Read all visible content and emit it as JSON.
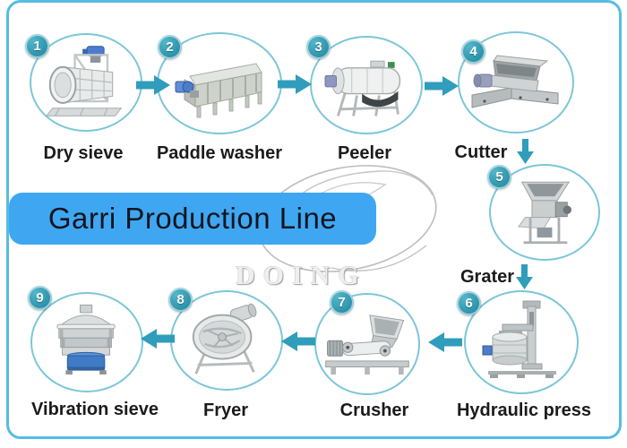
{
  "banner": {
    "title": "Garri Production Line"
  },
  "watermark": {
    "brand": "DOING"
  },
  "machines": [
    {
      "step": "1",
      "label": "Dry sieve"
    },
    {
      "step": "2",
      "label": "Paddle washer"
    },
    {
      "step": "3",
      "label": "Peeler"
    },
    {
      "step": "4",
      "label": "Cutter"
    },
    {
      "step": "5",
      "label": "Grater"
    },
    {
      "step": "6",
      "label": "Hydraulic press"
    },
    {
      "step": "7",
      "label": "Crusher"
    },
    {
      "step": "8",
      "label": "Fryer"
    },
    {
      "step": "9",
      "label": "Vibration sieve"
    }
  ],
  "arrows": [
    {
      "from": "Dry sieve",
      "to": "Paddle washer",
      "direction": "right"
    },
    {
      "from": "Paddle washer",
      "to": "Peeler",
      "direction": "right"
    },
    {
      "from": "Peeler",
      "to": "Cutter",
      "direction": "right"
    },
    {
      "from": "Cutter",
      "to": "Grater",
      "direction": "down"
    },
    {
      "from": "Grater",
      "to": "Hydraulic press",
      "direction": "down"
    },
    {
      "from": "Hydraulic press",
      "to": "Crusher",
      "direction": "left"
    },
    {
      "from": "Crusher",
      "to": "Fryer",
      "direction": "left"
    },
    {
      "from": "Fryer",
      "to": "Vibration sieve",
      "direction": "left"
    }
  ],
  "colors": {
    "frame_border": "#56bce2",
    "circle_outline": "#7cc6d8",
    "badge_teal": "#2e95ad",
    "arrow_teal": "#2f9dbb",
    "banner_bg": "#3fa7f2",
    "banner_text": "#15151f",
    "label_text": "#1b1b1b"
  }
}
